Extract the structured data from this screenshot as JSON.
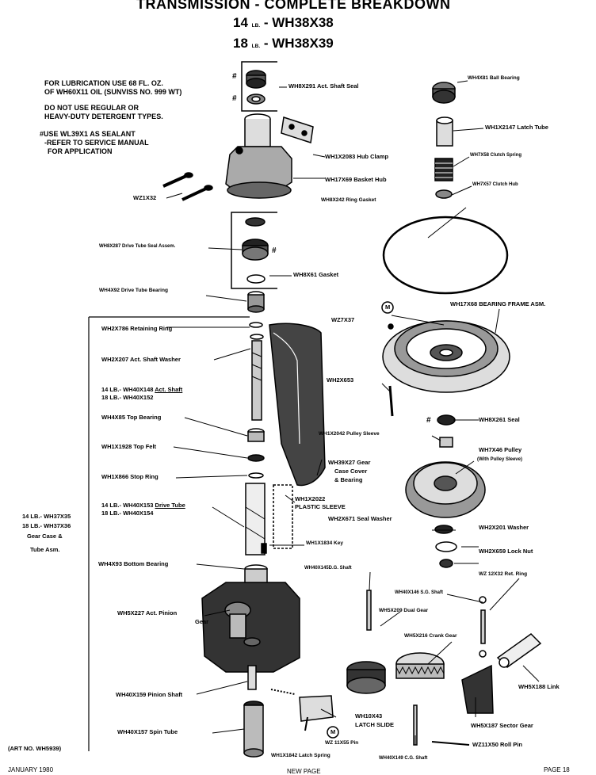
{
  "header": {
    "title": "TRANSMISSION - COMPLETE BREAKDOWN",
    "model_14_size": "14",
    "model_14_unit": "LB.",
    "model_14_part": "- WH38X38",
    "model_18_size": "18",
    "model_18_unit": "LB.",
    "model_18_part": "- WH38X39"
  },
  "notes": {
    "line1": "FOR LUBRICATION USE 68 FL. OZ.",
    "line2": "OF WH60X11 OIL (SUNVISS NO. 999 WT)",
    "line3": "DO NOT USE REGULAR OR",
    "line4": "HEAVY-DUTY DETERGENT TYPES.",
    "line5": "#USE WL39X1 AS SEALANT",
    "line6": "-REFER TO SERVICE MANUAL",
    "line7": "FOR APPLICATION"
  },
  "marks": {
    "hash": "#",
    "m": "M"
  },
  "labels": {
    "act_shaft_seal": "WH8X291 Act. Shaft Seal",
    "hub_clamp": "WH1X2083 Hub Clamp",
    "basket_hub": "WH17X69 Basket Hub",
    "wz1x32": "WZ1X32",
    "drive_tube_seal": "WH8X287 Drive Tube Seal Assem.",
    "gasket": "WH8X61 Gasket",
    "drive_tube_bearing": "WH4X92 Drive Tube Bearing",
    "retaining_ring": "WH2X786 Retaining Ring",
    "act_shaft_washer": "WH2X207 Act. Shaft Washer",
    "act_shaft_14": "14 LB.- WH40X148",
    "act_shaft_name": "Act. Shaft",
    "act_shaft_18": "18 LB.- WH40X152",
    "top_bearing": "WH4X85 Top Bearing",
    "top_felt": "WH1X1928 Top Felt",
    "stop_ring": "WH1X866 Stop Ring",
    "drive_tube_14": "14 LB.- WH40X153",
    "drive_tube_name": "Drive Tube",
    "drive_tube_18": "18 LB.- WH40X154",
    "gear_case_14": "14 LB.- WH37X35",
    "gear_case_18": "18 LB.- WH37X36",
    "gear_case_name1": "Gear Case &",
    "gear_case_name2": "Tube Asm.",
    "bottom_bearing": "WH4X93 Bottom Bearing",
    "act_pinion_gear1": "WH5X227 Act. Pinion",
    "act_pinion_gear2": "Gear",
    "pinion_shaft": "WH40X159 Pinion Shaft",
    "spin_tube": "WH40X157 Spin Tube",
    "art_no": "(ART NO. WH5939)",
    "ball_bearing": "WH4X81 Ball Bearing",
    "latch_tube": "WH1X2147 Latch Tube",
    "clutch_spring": "WH7X58 Clutch Spring",
    "clutch_hub": "WH7X57 Clutch Hub",
    "ring_gasket": "WH8X242 Ring Gasket",
    "bearing_frame": "WH17X68 BEARING FRAME ASM.",
    "wz7x37": "WZ7X37",
    "wh2x653": "WH2X653",
    "seal": "WH8X261 Seal",
    "pulley_sleeve": "WH1X2042 Pulley Sleeve",
    "pulley": "WH7X46 Pulley",
    "pulley_note": "(With Pulley Sleeve)",
    "gear_case_cover1": "WH39X27 Gear",
    "gear_case_cover2": "Case Cover",
    "gear_case_cover3": "& Bearing",
    "plastic_sleeve1": "WH1X2022",
    "plastic_sleeve2": "PLASTIC SLEEVE",
    "seal_washer": "WH2X671 Seal Washer",
    "wh2x201": "WH2X201 Washer",
    "lock_nut": "WH2X659 Lock Nut",
    "key": "WH1X1834 Key",
    "dg_shaft": "WH40X145D.G. Shaft",
    "sg_shaft": "WH40X146 S.G. Shaft",
    "ret_ring": "WZ 12X32 Ret. Ring",
    "dual_gear": "WH5X209 Dual Gear",
    "crank_gear": "WH5X216 Crank Gear",
    "link": "WH5X188 Link",
    "sector_gear": "WH5X187 Sector Gear",
    "latch_slide1": "WH10X43",
    "latch_slide2": "LATCH SLIDE",
    "wz11x55": "WZ 11X55 Pin",
    "latch_spring": "WH1X1842 Latch Spring",
    "cg_shaft": "WH40X149 C.G. Shaft",
    "roll_pin": "WZ11X50 Roll Pin"
  },
  "footer": {
    "date": "JANUARY 1980",
    "center": "NEW PAGE",
    "page": "PAGE 18"
  }
}
